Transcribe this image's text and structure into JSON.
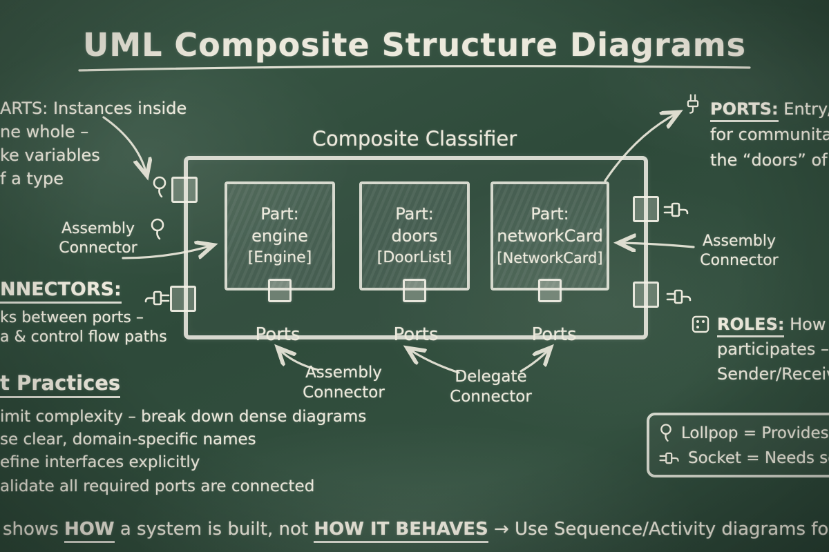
{
  "title": "UML Composite Structure Diagrams",
  "left": {
    "parts_lines": [
      "ARTS: Instances inside",
      "ne whole –",
      "ke variables",
      "f a type"
    ],
    "assembly_connector": [
      "Assembly",
      "Connector"
    ],
    "connectors_heading": "NNECTORS:",
    "connectors_lines": [
      "ks between ports –",
      "a & control flow paths"
    ],
    "practices_heading": "t Practices",
    "practices_lines": [
      "imit complexity – break down dense diagrams",
      "se clear, domain-specific names",
      "efine interfaces explicitly",
      "alidate all required ports are connected"
    ]
  },
  "diagram": {
    "classifier_label": "Composite Classifier",
    "parts": [
      {
        "line1": "Part:",
        "line2": "engine",
        "line3": "[Engine]",
        "port_label": "Ports"
      },
      {
        "line1": "Part:",
        "line2": "doors",
        "line3": "[DoorList]",
        "port_label": "Ports"
      },
      {
        "line1": "Part:",
        "line2": "networkCard",
        "line3": "[NetworkCard]",
        "port_label": "Ports"
      }
    ],
    "assembly_connector_bottom": [
      "Assembly",
      "Connector"
    ],
    "delegate_connector": [
      "Delegate",
      "Connector"
    ]
  },
  "right": {
    "ports_heading": "PORTS:",
    "ports_rest": " Entry/",
    "ports_lines": [
      "for communita",
      "the “doors” of"
    ],
    "assembly_connector": [
      "Assembly",
      "Connector"
    ],
    "roles_heading": "ROLES:",
    "roles_rest": " How",
    "roles_lines": [
      "participates –",
      "Sender/Receiv"
    ],
    "legend": [
      {
        "icon": "lollipop-icon",
        "text": "Lollpop = Provides s"
      },
      {
        "icon": "socket-icon",
        "text": "Socket = Needs ser"
      }
    ]
  },
  "bottom": {
    "segments": [
      {
        "text": "shows "
      },
      {
        "text": "HOW"
      },
      {
        "text": " a system is built, not "
      },
      {
        "text": "HOW IT BEHAVES"
      },
      {
        "text": " → Use Sequence/Activity diagrams for beh"
      }
    ]
  },
  "colors": {
    "board": "#2e4a3a",
    "chalk": "#ece9dc"
  }
}
